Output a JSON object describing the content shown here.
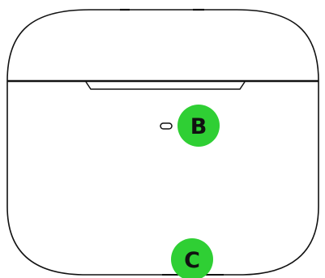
{
  "diagram": {
    "description_labels": [
      "B",
      "C"
    ],
    "callouts": [
      {
        "id": "B",
        "label": "B",
        "target": "led-indicator"
      },
      {
        "id": "C",
        "label": "C",
        "target": "charging-port"
      }
    ],
    "colors": {
      "callout_fill": "#2fcf34",
      "callout_text": "#111111",
      "outline": "#111111",
      "background": "#ffffff"
    },
    "icons": [
      "led-indicator-icon"
    ]
  }
}
